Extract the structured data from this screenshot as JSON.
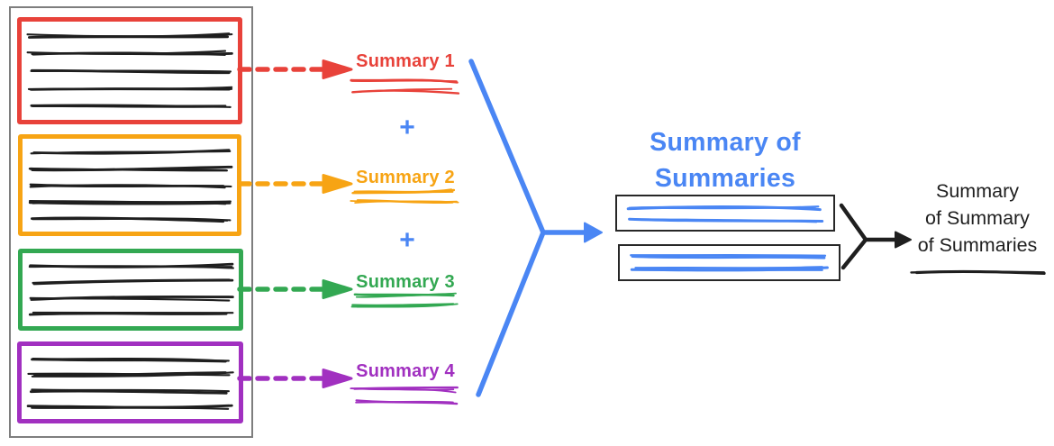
{
  "diagram": {
    "colors": {
      "blue": "#4A86F4",
      "ink": "#1f1f1f",
      "frame": "#7e7e7e",
      "box_outline": "#272727"
    },
    "documents": [
      {
        "color": "#E8423A",
        "text_lines": 5
      },
      {
        "color": "#F7A414",
        "text_lines": 5
      },
      {
        "color": "#33A852",
        "text_lines": 4
      },
      {
        "color": "#A130C0",
        "text_lines": 4
      }
    ],
    "summaries": [
      {
        "label": "Summary 1",
        "color": "#E8423A"
      },
      {
        "label": "Summary 2",
        "color": "#F7A414"
      },
      {
        "label": "Summary 3",
        "color": "#33A852"
      },
      {
        "label": "Summary 4",
        "color": "#A130C0"
      }
    ],
    "plus_sign": "+",
    "merge_title": {
      "line1": "Summary of",
      "line2": "Summaries"
    },
    "final_title": {
      "line1": "Summary",
      "line2": "of Summary",
      "line3": "of Summaries"
    }
  }
}
